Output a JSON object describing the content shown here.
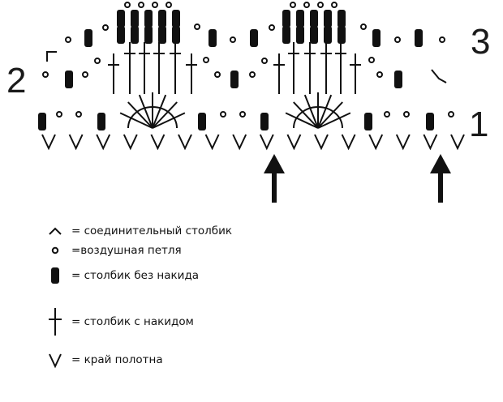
{
  "diagram": {
    "row_numbers": {
      "row1": "1",
      "row2": "2",
      "row3": "3"
    },
    "symbol_color": "#111111"
  },
  "legend": [
    {
      "symbol": "slip-stitch",
      "text": "= соединительный столбик"
    },
    {
      "symbol": "chain-stitch",
      "text": "=воздушная петля"
    },
    {
      "symbol": "single-crochet",
      "text": "= столбик без накида"
    },
    {
      "symbol": "double-crochet",
      "text": "= столбик с накидом"
    },
    {
      "symbol": "edge-v",
      "text": "= край полотна"
    }
  ]
}
